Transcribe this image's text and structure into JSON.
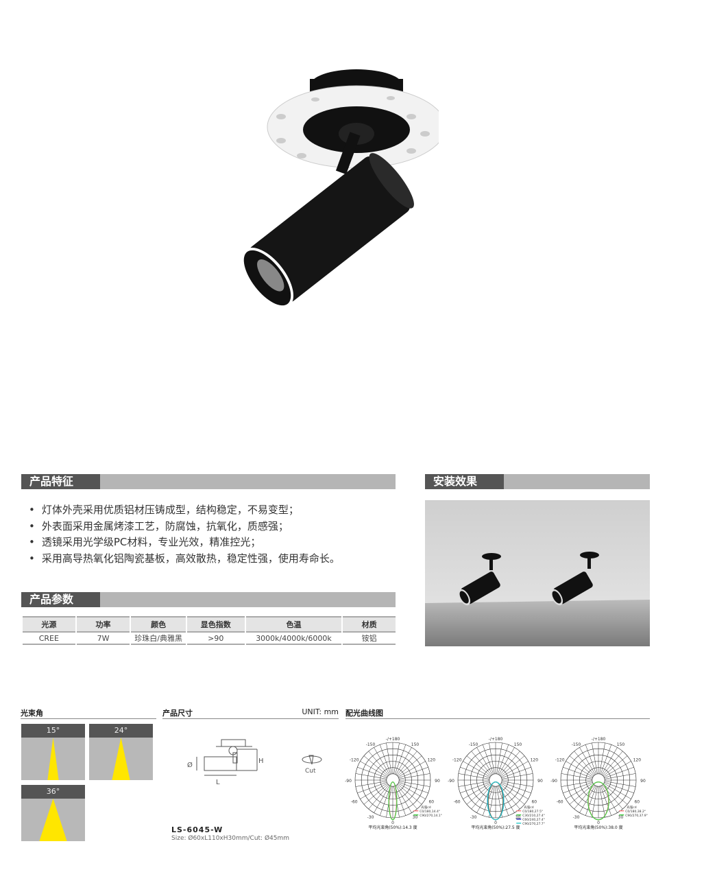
{
  "features": {
    "title": "产品特征",
    "items": [
      "灯体外壳采用优质铝材压铸成型，结构稳定，不易变型；",
      "外表面采用金属烤漆工艺，防腐蚀，抗氧化，质感强；",
      "透镜采用光学级PC材料，专业光效，精准控光；",
      "采用高导热氧化铝陶瓷基板，高效散热，稳定性强，使用寿命长。"
    ]
  },
  "install": {
    "title": "安装效果"
  },
  "params": {
    "title": "产品参数",
    "headers": [
      "光源",
      "功率",
      "颜色",
      "显色指数",
      "色温",
      "材质"
    ],
    "values": [
      "CREE",
      "7W",
      "珍珠白/典雅黑",
      ">90",
      "3000k/4000k/6000k",
      "铵铝"
    ]
  },
  "beam_angle": {
    "title": "光束角",
    "items": [
      {
        "label": "15°",
        "angle": 15
      },
      {
        "label": "24°",
        "angle": 24
      },
      {
        "label": "36°",
        "angle": 36
      }
    ],
    "color": "#ffe600"
  },
  "dimensions": {
    "title": "产品尺寸",
    "unit": "UNIT: mm",
    "dia_label": "Ø",
    "h_label": "H",
    "l_label": "L",
    "cut_label": "Cut",
    "model": "LS-6045-W",
    "size": "Size: Ø60xL110xH30mm/Cut: Ø45mm"
  },
  "photometric": {
    "title": "配光曲线图",
    "angle_labels": [
      "-/+180",
      "-150",
      "150",
      "-120",
      "120",
      "-90",
      "90",
      "-60",
      "60",
      "-30",
      "30",
      "0"
    ],
    "unit_label": "光强cd",
    "charts": [
      {
        "summary": "平均光束角(50%):14.3 度",
        "beam": 14.3,
        "legend": [
          {
            "text": "C0/180,14.4°",
            "color": "#f08080"
          },
          {
            "text": "C90/270,14.1°",
            "color": "#44cc44"
          }
        ]
      },
      {
        "summary": "平均光束角(50%):27.5 度",
        "beam": 27.5,
        "legend": [
          {
            "text": "C0/180,27.5°",
            "color": "#f08080"
          },
          {
            "text": "C30/210,27.4°",
            "color": "#44cc44"
          },
          {
            "text": "C60/240,27.4°",
            "color": "#2222aa"
          },
          {
            "text": "C90/270,27.7°",
            "color": "#33cccc"
          }
        ]
      },
      {
        "summary": "平均光束角(50%):38.0 度",
        "beam": 38.0,
        "legend": [
          {
            "text": "C0/180,38.2°",
            "color": "#f08080"
          },
          {
            "text": "C90/270,37.9°",
            "color": "#44cc44"
          }
        ]
      }
    ]
  }
}
